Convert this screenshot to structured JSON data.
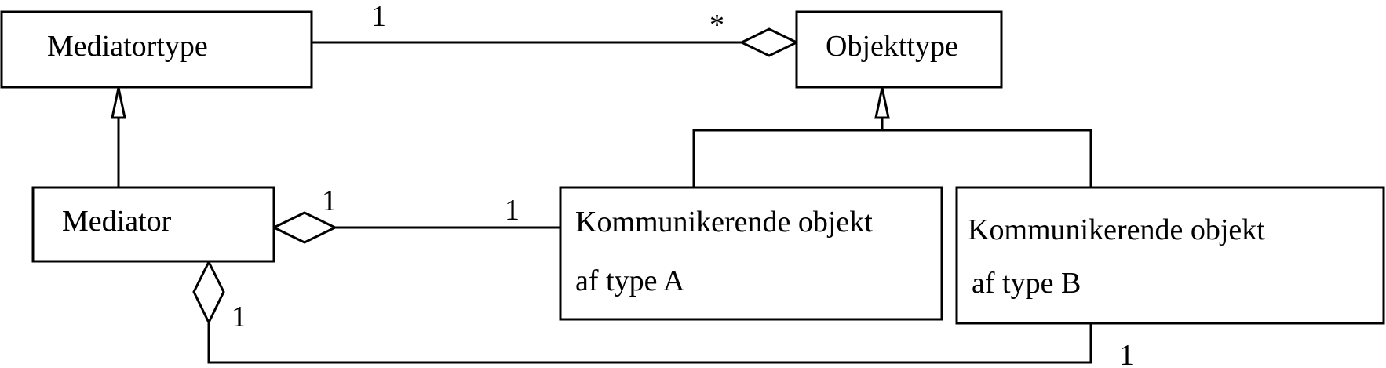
{
  "classes": {
    "mediatortype": "Mediatortype",
    "objekttype": "Objekttype",
    "mediator": "Mediator",
    "objekt_a": {
      "line1": "Kommunikerende objekt",
      "line2": "af type A"
    },
    "objekt_b": {
      "line1": "Kommunikerende objekt",
      "line2": "af type B"
    }
  },
  "multiplicities": {
    "mediatortype_objekttype_mediatortype_end": "1",
    "mediatortype_objekttype_objekttype_end": "*",
    "mediator_objekt_a_mediator_end": "1",
    "mediator_objekt_a_objekt_end": "1",
    "mediator_objekt_b_mediator_end": "1",
    "mediator_objekt_b_objekt_end": "1"
  }
}
